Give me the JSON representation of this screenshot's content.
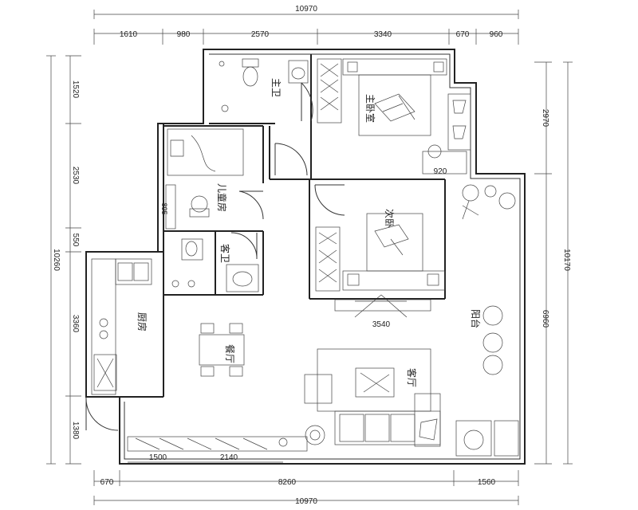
{
  "dimensions": {
    "top_total": "10970",
    "top_segments": [
      "1610",
      "980",
      "2570",
      "3340",
      "670",
      "960"
    ],
    "bottom_segments": [
      "670",
      "8260",
      "1560"
    ],
    "bottom_total": "10970",
    "left_segments": [
      "1520",
      "2530",
      "550",
      "3360",
      "1380"
    ],
    "left_total": "10260",
    "right_segments": [
      "2970",
      "6960"
    ],
    "right_total": "10170",
    "inner_bottom": [
      "1500",
      "2140"
    ],
    "inner_mid": "3540",
    "inner_920": "920",
    "inner_895": "895"
  },
  "rooms": {
    "master_bath": "主卫",
    "master_bedroom": "主卧室",
    "children_room": "儿童房",
    "guest_bath": "客卫",
    "second_bedroom": "次卧",
    "kitchen": "厨房",
    "dining": "餐厅",
    "balcony": "阳台",
    "living": "客厅"
  }
}
